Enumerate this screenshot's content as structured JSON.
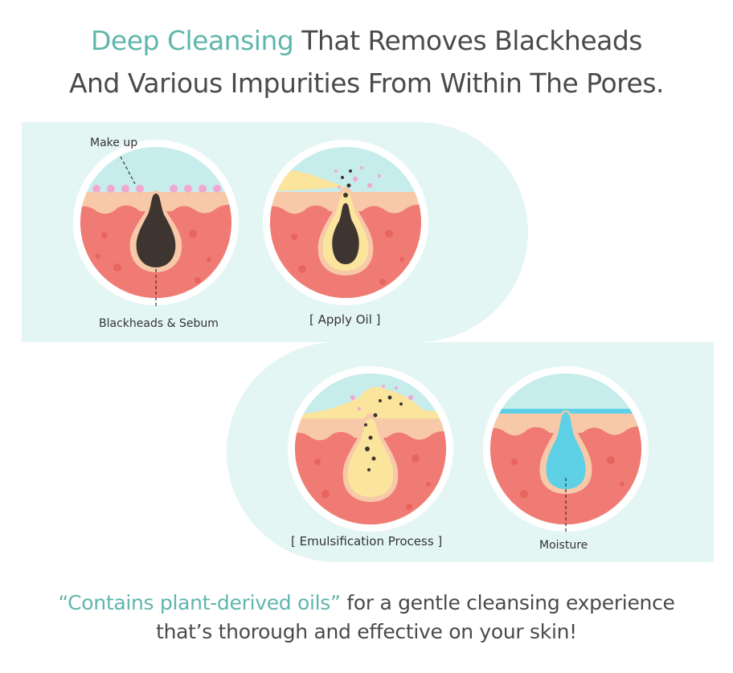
{
  "headline": {
    "accent": "Deep Cleansing",
    "line1_rest": " That Removes Blackheads",
    "line2": "And Various Impurities From Within The Pores."
  },
  "steps": [
    {
      "id": "before",
      "label": "Blackheads & Sebum",
      "callout": "Make up"
    },
    {
      "id": "apply-oil",
      "label": "[ Apply Oil ]"
    },
    {
      "id": "emulsification",
      "label": "[ Emulsification Process ]"
    },
    {
      "id": "after",
      "label": "Moisture"
    }
  ],
  "footer": {
    "accent": "“Contains plant-derived oils”",
    "line1_rest": " for a gentle cleansing experience",
    "line2": "that’s thorough and effective on your skin!"
  },
  "colors": {
    "accent": "#5fb6ad",
    "band": "#e4f6f4",
    "air": "#c7ecec",
    "skin": "#f07b74",
    "epidermis": "#f7c9a9",
    "sebum": "#3f3530",
    "oil": "#fbe49c",
    "water": "#5ed0e6",
    "makeup": "#f2a7d2"
  }
}
